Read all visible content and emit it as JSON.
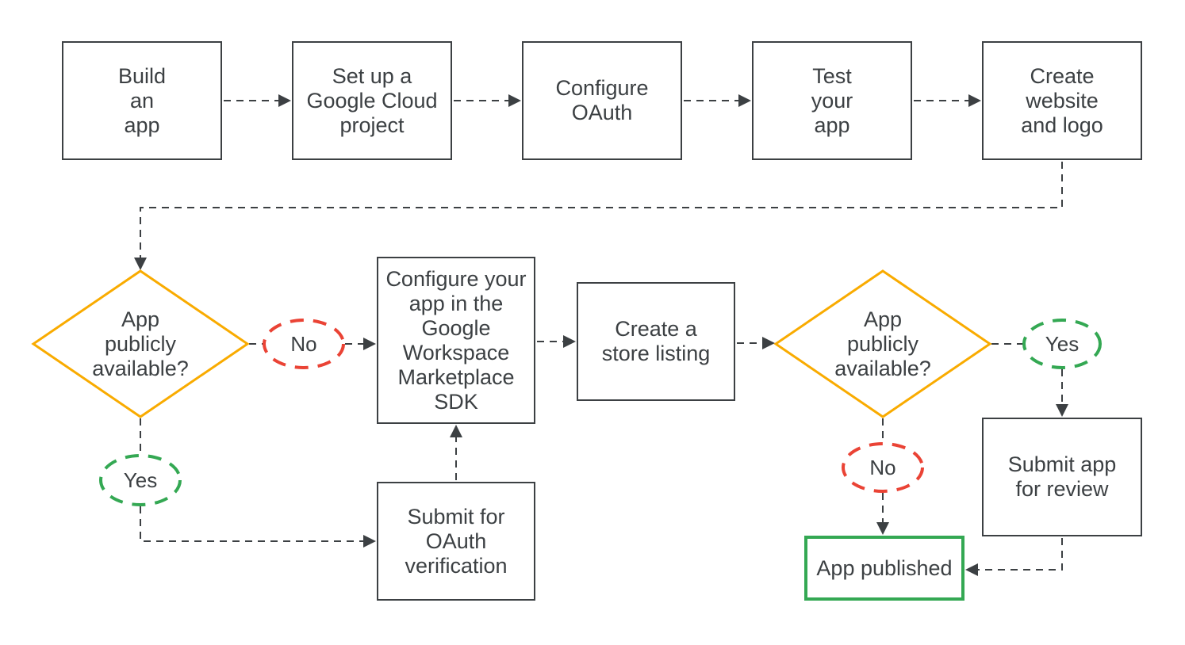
{
  "colors": {
    "line": "#3c4043",
    "text": "#3c4043",
    "background": "#ffffff",
    "decision_border": "#f9ab00",
    "no_border": "#ea4335",
    "yes_border": "#34a853",
    "published_border": "#34a853"
  },
  "flowchart": {
    "process_steps": [
      {
        "id": "build-app",
        "label": "Build\nan\napp"
      },
      {
        "id": "setup-cloud-project",
        "label": "Set up a\nGoogle Cloud\nproject"
      },
      {
        "id": "configure-oauth",
        "label": "Configure\nOAuth"
      },
      {
        "id": "test-app",
        "label": "Test\nyour\napp"
      },
      {
        "id": "create-website-logo",
        "label": "Create\nwebsite\nand logo"
      },
      {
        "id": "configure-marketplace-sdk",
        "label": "Configure your\napp in the\nGoogle\nWorkspace\nMarketplace\nSDK"
      },
      {
        "id": "create-store-listing",
        "label": "Create a\nstore listing"
      },
      {
        "id": "submit-oauth-verification",
        "label": "Submit for\nOAuth\nverification"
      },
      {
        "id": "submit-app-review",
        "label": "Submit app\nfor review"
      },
      {
        "id": "app-published",
        "label": "App published"
      }
    ],
    "decisions": [
      {
        "id": "decision-publicly-available-1",
        "label": "App\npublicly\navailable?"
      },
      {
        "id": "decision-publicly-available-2",
        "label": "App\npublicly\navailable?"
      }
    ],
    "branch_labels": [
      {
        "id": "no-1",
        "label": "No",
        "color": "red"
      },
      {
        "id": "yes-1",
        "label": "Yes",
        "color": "green"
      },
      {
        "id": "yes-2",
        "label": "Yes",
        "color": "green"
      },
      {
        "id": "no-2",
        "label": "No",
        "color": "red"
      }
    ],
    "edges": [
      {
        "from": "build-app",
        "to": "setup-cloud-project"
      },
      {
        "from": "setup-cloud-project",
        "to": "configure-oauth"
      },
      {
        "from": "configure-oauth",
        "to": "test-app"
      },
      {
        "from": "test-app",
        "to": "create-website-logo"
      },
      {
        "from": "create-website-logo",
        "to": "decision-publicly-available-1"
      },
      {
        "from": "decision-publicly-available-1",
        "to": "configure-marketplace-sdk",
        "label": "No"
      },
      {
        "from": "decision-publicly-available-1",
        "to": "submit-oauth-verification",
        "label": "Yes"
      },
      {
        "from": "submit-oauth-verification",
        "to": "configure-marketplace-sdk"
      },
      {
        "from": "configure-marketplace-sdk",
        "to": "create-store-listing"
      },
      {
        "from": "create-store-listing",
        "to": "decision-publicly-available-2"
      },
      {
        "from": "decision-publicly-available-2",
        "to": "submit-app-review",
        "label": "Yes"
      },
      {
        "from": "decision-publicly-available-2",
        "to": "app-published",
        "label": "No"
      },
      {
        "from": "submit-app-review",
        "to": "app-published"
      }
    ]
  }
}
